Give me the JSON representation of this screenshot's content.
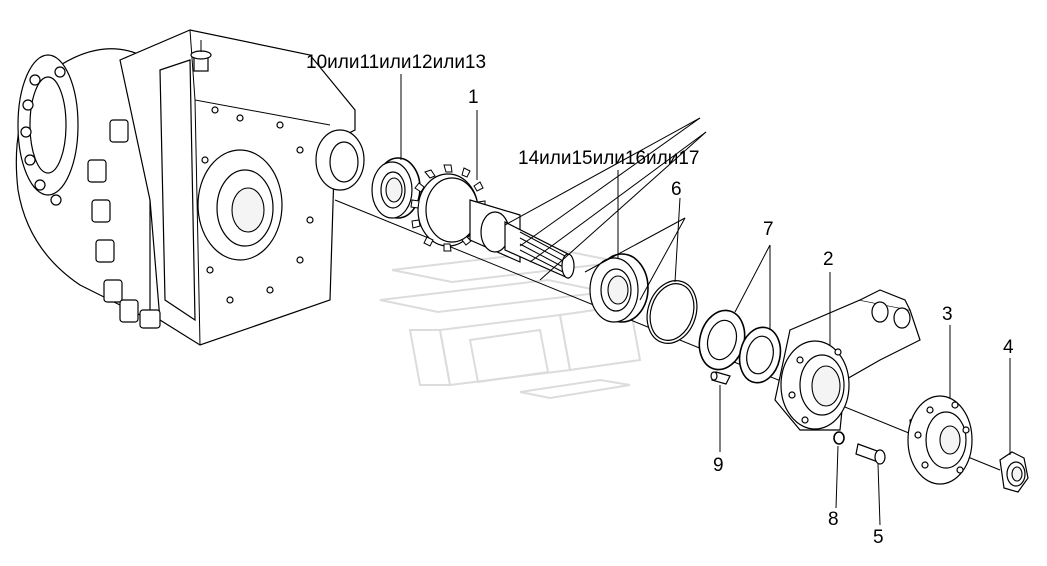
{
  "callouts": [
    {
      "id": "c10",
      "text": "10или11или12или13"
    },
    {
      "id": "c1",
      "text": "1"
    },
    {
      "id": "c14",
      "text": "14или15или16или17"
    },
    {
      "id": "c6",
      "text": "6"
    },
    {
      "id": "c7",
      "text": "7"
    },
    {
      "id": "c2",
      "text": "2"
    },
    {
      "id": "c3",
      "text": "3"
    },
    {
      "id": "c4",
      "text": "4"
    },
    {
      "id": "c9",
      "text": "9"
    },
    {
      "id": "c8",
      "text": "8"
    },
    {
      "id": "c5",
      "text": "5"
    }
  ]
}
